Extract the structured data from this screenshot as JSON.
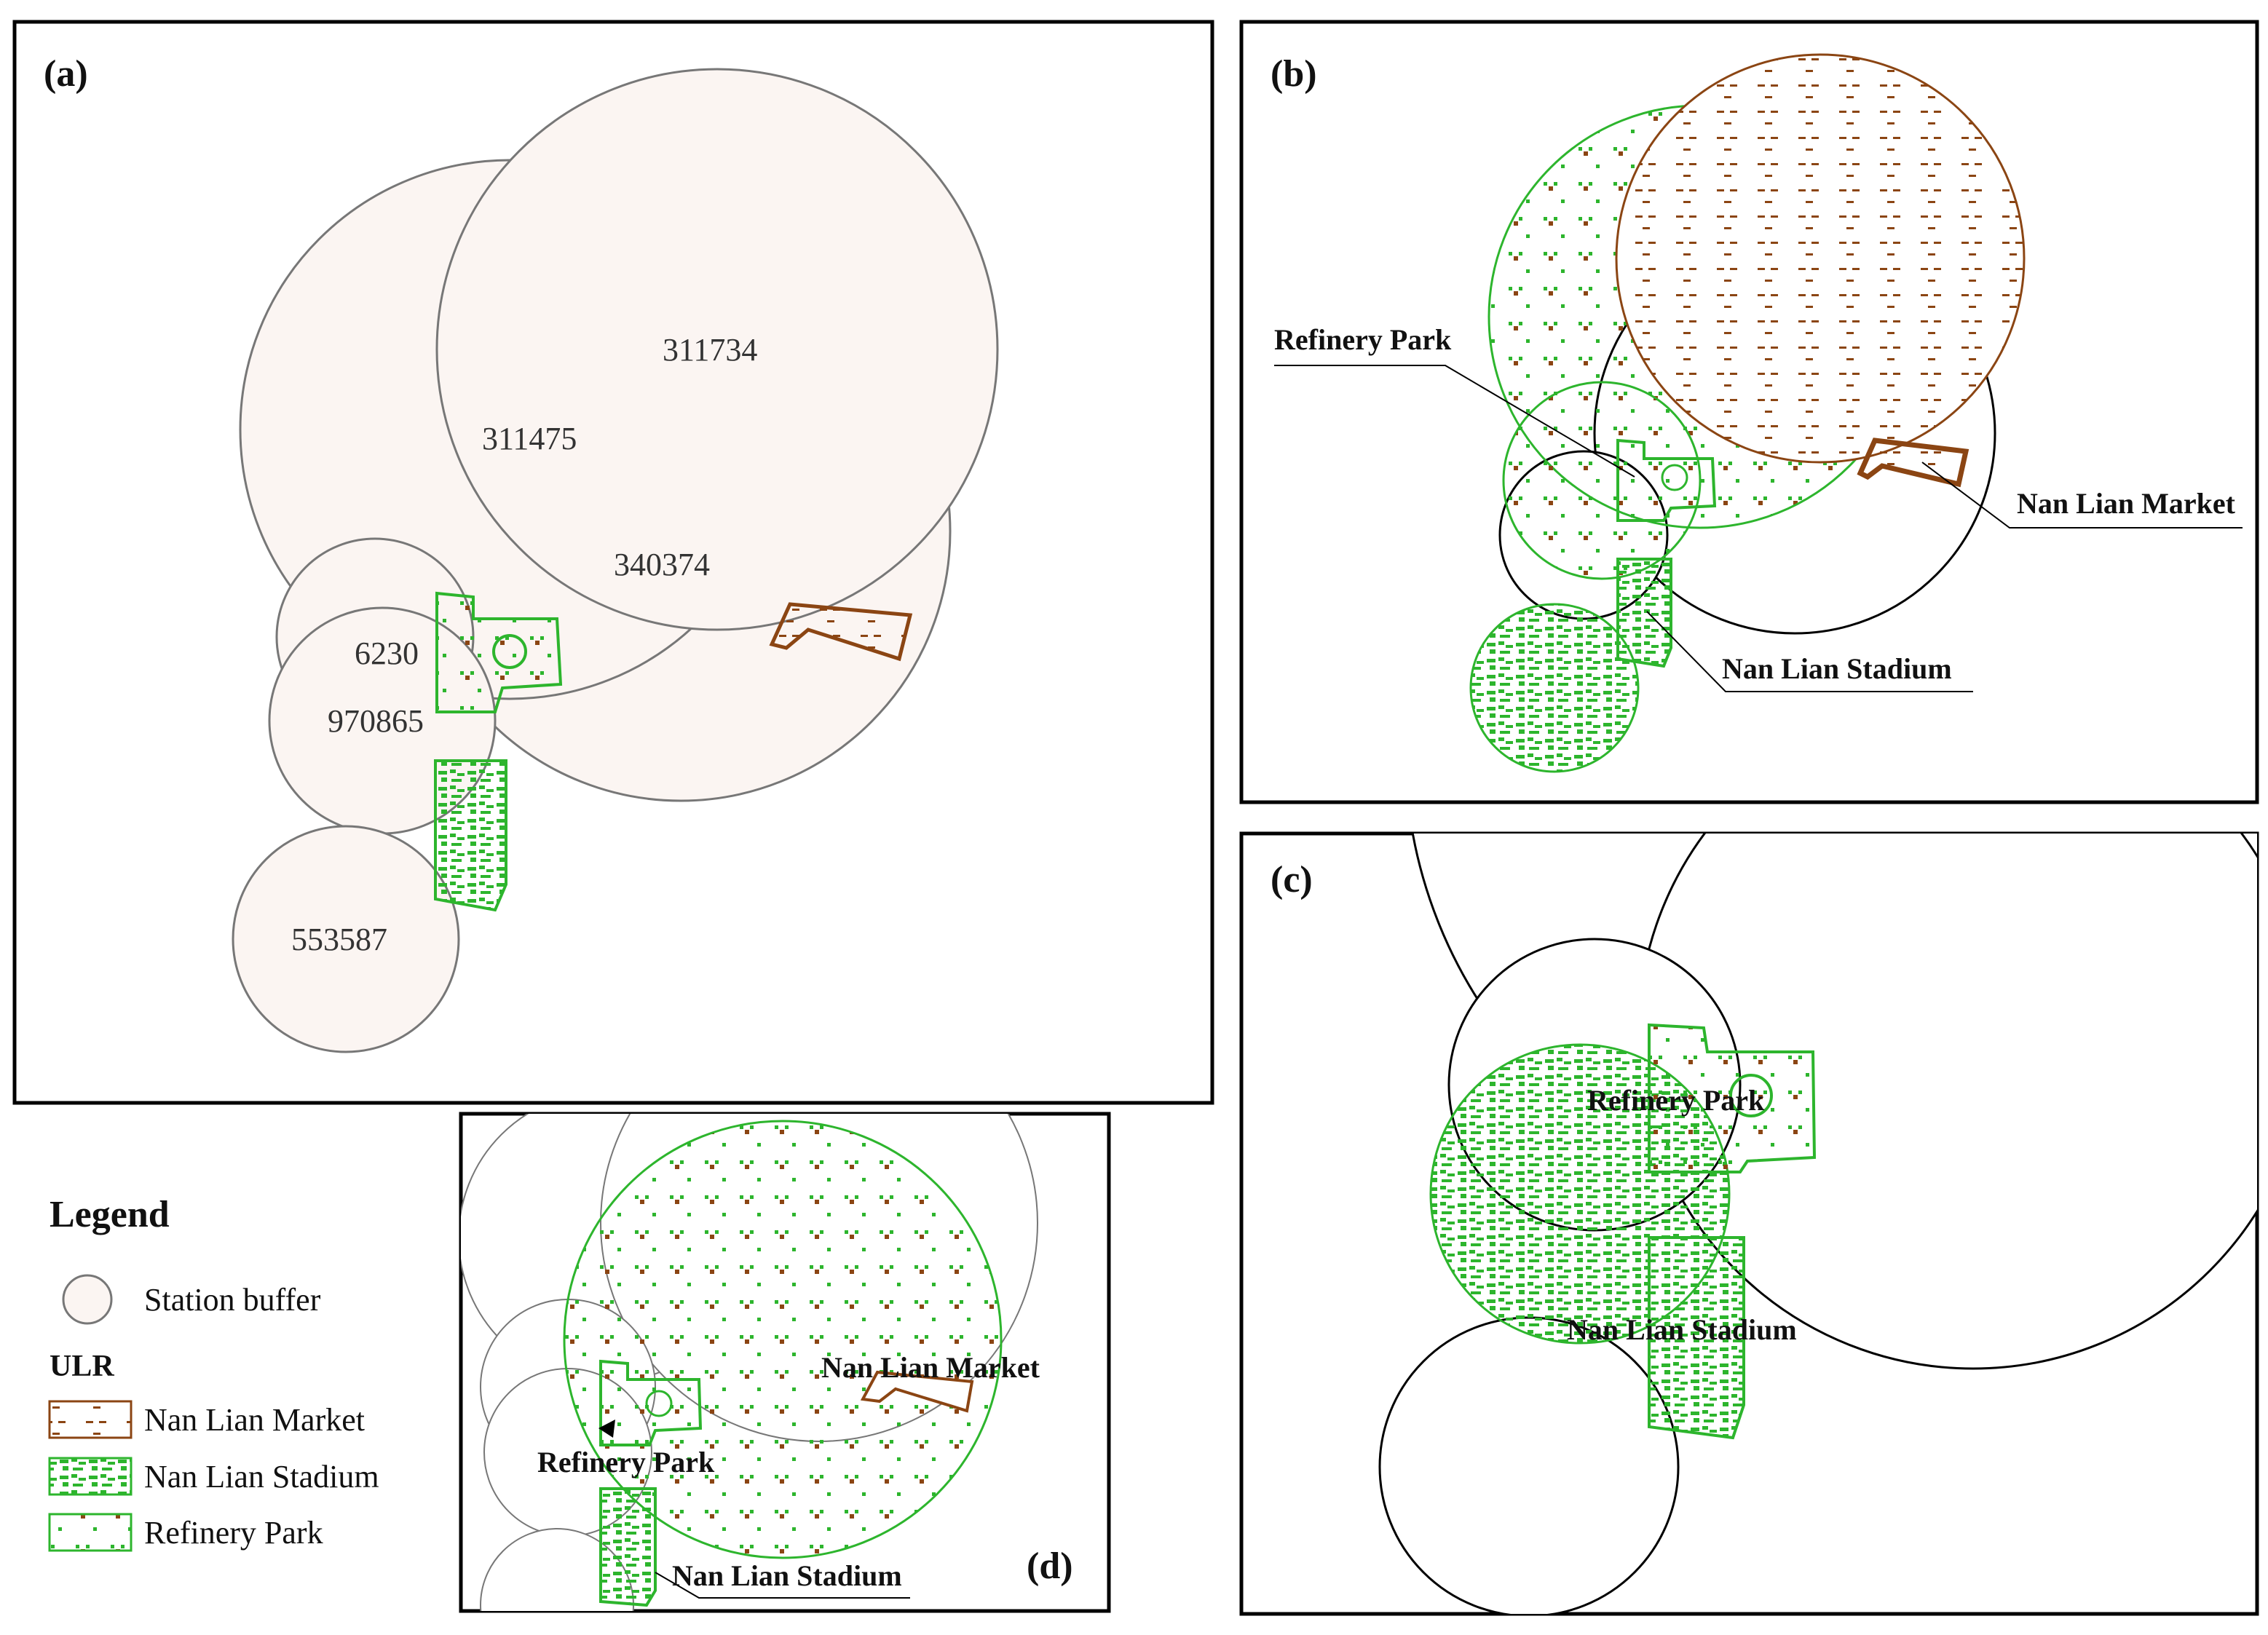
{
  "panels": {
    "a": {
      "letter": "(a)",
      "buffer_ids": [
        "311734",
        "311475",
        "340374",
        "6230",
        "970865",
        "553587"
      ]
    },
    "b": {
      "letter": "(b)",
      "labels": {
        "refinery_park": "Refinery Park",
        "nan_lian_market": "Nan Lian Market",
        "nan_lian_stadium": "Nan Lian Stadium"
      }
    },
    "c": {
      "letter": "(c)",
      "labels": {
        "refinery_park": "Refinery Park",
        "nan_lian_stadium": "Nan Lian Stadium"
      }
    },
    "d": {
      "letter": "(d)",
      "labels": {
        "nan_lian_market": "Nan Lian Market",
        "refinery_park": "Refinery Park",
        "nan_lian_stadium": "Nan Lian Stadium"
      }
    }
  },
  "legend": {
    "title": "Legend",
    "station_buffer": "Station buffer",
    "ulr_heading": "ULR",
    "items": [
      "Nan Lian Market",
      "Nan Lian Stadium",
      "Refinery Park"
    ]
  },
  "colors": {
    "buffer_fill": "#fbf5f2",
    "market": "#8b4513",
    "green": "#2db52d",
    "panel_border": "#000000"
  }
}
